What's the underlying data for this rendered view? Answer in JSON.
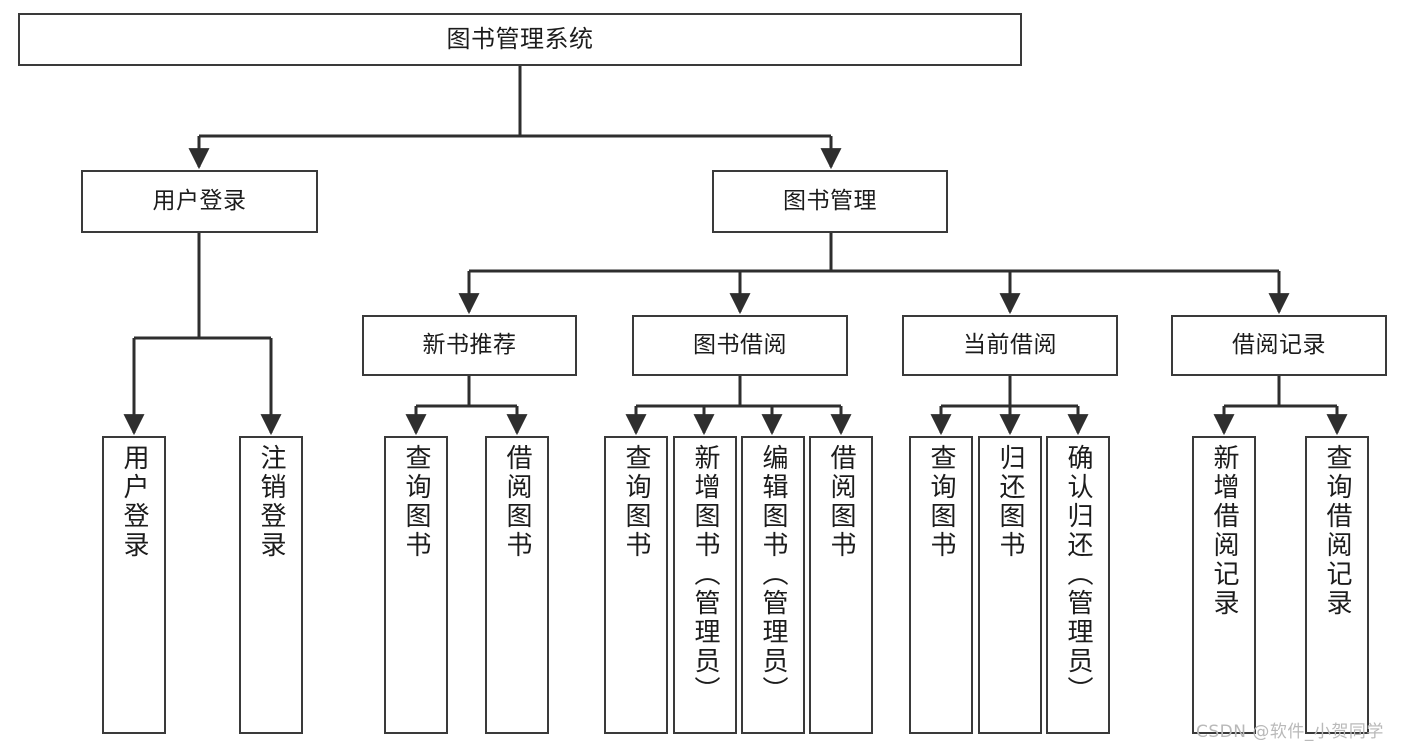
{
  "diagram": {
    "title": "图书管理系统",
    "type": "tree-hierarchy",
    "orientation": "top-down",
    "colors": {
      "box_stroke": "#3a3a3a",
      "box_fill": "#ffffff",
      "edge": "#2e2e2e",
      "text": "#1c1c1c",
      "watermark": "#b9b9b9",
      "background": "#ffffff"
    }
  },
  "nodes": {
    "root": {
      "label": "图书管理系统"
    },
    "level2": [
      {
        "label": "用户登录"
      },
      {
        "label": "图书管理"
      }
    ],
    "level3": [
      {
        "label": "新书推荐"
      },
      {
        "label": "图书借阅"
      },
      {
        "label": "当前借阅"
      },
      {
        "label": "借阅记录"
      }
    ],
    "leaves": {
      "user_login": [
        {
          "label": "用户登录"
        },
        {
          "label": "注销登录"
        }
      ],
      "new_book_recommend": [
        {
          "label": "查询图书"
        },
        {
          "label": "借阅图书"
        }
      ],
      "book_borrow": [
        {
          "label": "查询图书"
        },
        {
          "label": "新增图书（管理员）"
        },
        {
          "label": "编辑图书（管理员）"
        },
        {
          "label": "借阅图书"
        }
      ],
      "current_borrow": [
        {
          "label": "查询图书"
        },
        {
          "label": "归还图书"
        },
        {
          "label": "确认归还（管理员）"
        }
      ],
      "borrow_record": [
        {
          "label": "新增借阅记录"
        },
        {
          "label": "查询借阅记录"
        }
      ]
    }
  },
  "watermark": {
    "text": "CSDN @软件_小贺同学"
  }
}
